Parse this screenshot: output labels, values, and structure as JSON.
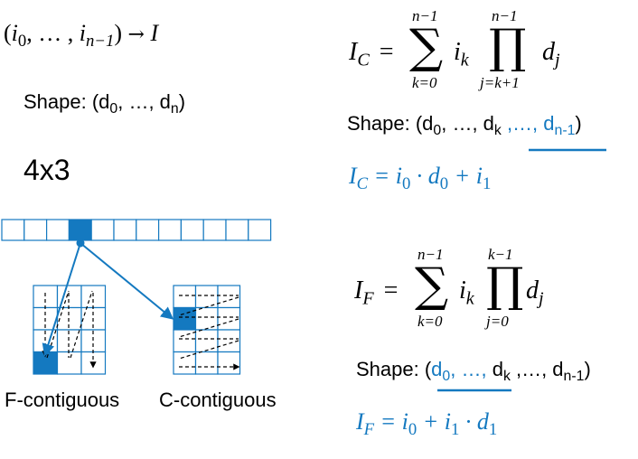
{
  "mapping": {
    "lparen": "(",
    "i0": "i",
    "sub0": "0",
    "sep": ", … , ",
    "in": "i",
    "subn1": "n−1",
    "rparen": ")",
    "arrow": "→",
    "target": "I"
  },
  "shape_left": {
    "prefix": "Shape: (d",
    "sub0": "0",
    "mid": ", …, d",
    "subn": "n",
    "suffix": ")"
  },
  "dims_label": "4x3",
  "formula_c": {
    "lhs": "I",
    "lhs_sub": "C",
    "eq": "=",
    "sum_upper": "n−1",
    "sum_lower": "k=0",
    "sum_symbol": "∑",
    "term": "i",
    "term_sub": "k",
    "prod_upper": "n−1",
    "prod_lower": "j=k+1",
    "prod_symbol": "∏",
    "factor": "d",
    "factor_sub": "j"
  },
  "shape_c": {
    "prefix": "Shape: (d",
    "sub0": "0",
    "mid": ", …, d",
    "subk": "k",
    "blue_part": " ,…, d",
    "blue_sub": "n-1",
    "suffix": ")"
  },
  "example_c": {
    "lhs": "I",
    "lhs_sub": "C",
    "rhs_1": " = i",
    "sub_a": "0",
    "rhs_2": " · d",
    "sub_b": "0",
    "rhs_3": " + i",
    "sub_c": "1"
  },
  "formula_f": {
    "lhs": "I",
    "lhs_sub": "F",
    "eq": "=",
    "sum_upper": "n−1",
    "sum_lower": "k=0",
    "sum_symbol": "∑",
    "term": "i",
    "term_sub": "k",
    "prod_upper": "k−1",
    "prod_lower": "j=0",
    "prod_symbol": "∏",
    "factor": "d",
    "factor_sub": "j"
  },
  "shape_f": {
    "prefix": "Shape: (",
    "blue_part": "d",
    "blue_sub0": "0",
    "blue_mid": ", …, ",
    "black_d": "d",
    "subk": "k",
    "mid2": " ,…, d",
    "subn1": "n-1",
    "suffix": ")"
  },
  "example_f": {
    "lhs": "I",
    "lhs_sub": "F",
    "rhs_1": " = i",
    "sub_a": "0",
    "rhs_2": " + i",
    "sub_b": "1",
    "rhs_3": " · d",
    "sub_c": "1"
  },
  "label_f": "F-contiguous",
  "label_c": "C-contiguous",
  "colors": {
    "accent": "#1479c0",
    "text": "#000000",
    "background": "#ffffff"
  },
  "memory_array": {
    "cell_count": 12,
    "highlighted_index": 3
  },
  "grids": {
    "rows": 4,
    "cols": 3,
    "f_highlight": {
      "row": 3,
      "col": 0
    },
    "c_highlight": {
      "row": 1,
      "col": 0
    }
  }
}
